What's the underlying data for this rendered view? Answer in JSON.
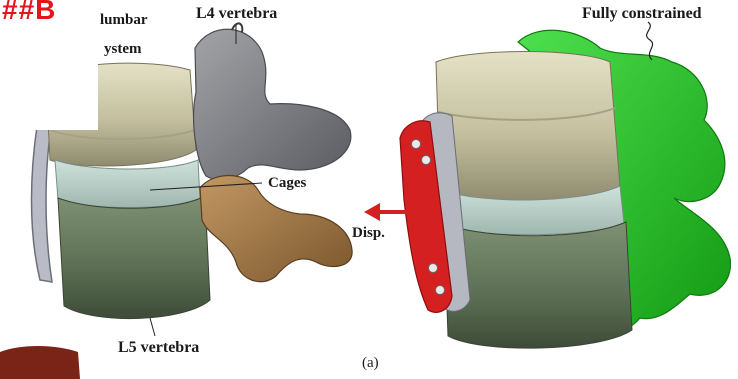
{
  "figure": {
    "labels": {
      "l4": "L4 vertebra",
      "system_line1": "lumbar",
      "system_line2": "ystem",
      "cages": "Cages",
      "fully": "Fully constrained",
      "disp": "Disp.",
      "l5": "L5 vertebra",
      "panel": "(a)"
    },
    "watermark": "##B"
  },
  "colors": {
    "bone_beige": "#c9c6a9",
    "bone_green": "#5f7357",
    "gray_vertebra": "#7b7c80",
    "brown_vertebra": "#9b7548",
    "constrained_green": "#21c521",
    "plate_red": "#d42020"
  }
}
